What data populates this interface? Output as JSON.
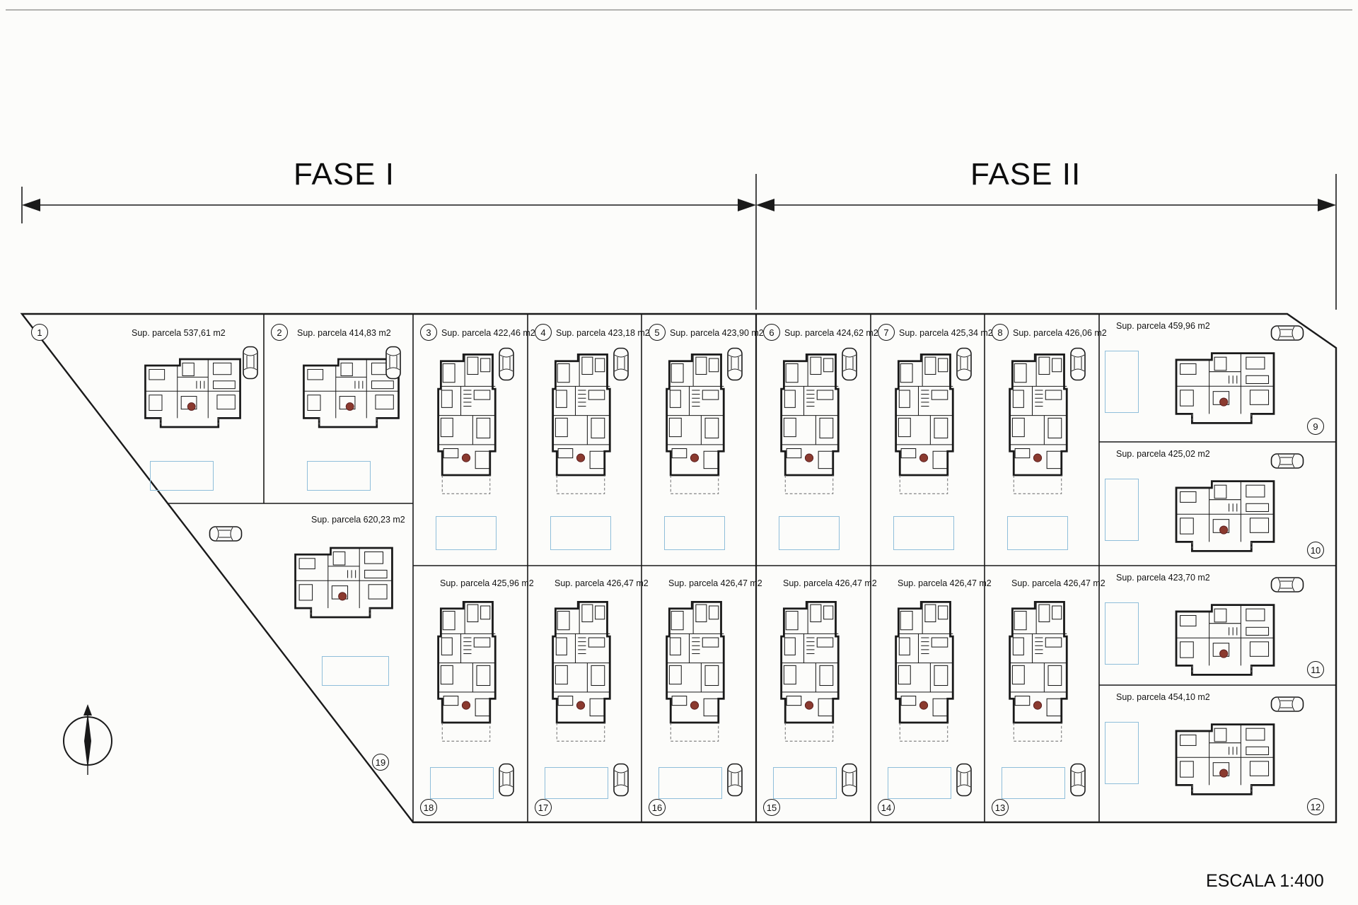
{
  "phases": {
    "fase1": "FASE I",
    "fase2": "FASE II"
  },
  "scale_label": "ESCALA  1:400",
  "plots": [
    {
      "number": "1",
      "area_label": "Sup. parcela 537,61 m2"
    },
    {
      "number": "2",
      "area_label": "Sup. parcela 414,83 m2"
    },
    {
      "number": "3",
      "area_label": "Sup. parcela 422,46 m2"
    },
    {
      "number": "4",
      "area_label": "Sup. parcela 423,18 m2"
    },
    {
      "number": "5",
      "area_label": "Sup. parcela 423,90 m2"
    },
    {
      "number": "6",
      "area_label": "Sup. parcela 424,62 m2"
    },
    {
      "number": "7",
      "area_label": "Sup. parcela 425,34 m2"
    },
    {
      "number": "8",
      "area_label": "Sup. parcela 426,06 m2"
    },
    {
      "number": "9",
      "area_label": "Sup. parcela 459,96 m2"
    },
    {
      "number": "10",
      "area_label": "Sup. parcela 425,02 m2"
    },
    {
      "number": "11",
      "area_label": "Sup. parcela 423,70 m2"
    },
    {
      "number": "12",
      "area_label": "Sup. parcela 454,10 m2"
    },
    {
      "number": "13",
      "area_label": "Sup. parcela 426,47 m2"
    },
    {
      "number": "14",
      "area_label": "Sup. parcela 426,47 m2"
    },
    {
      "number": "15",
      "area_label": "Sup. parcela 426,47 m2"
    },
    {
      "number": "16",
      "area_label": "Sup. parcela 426,47 m2"
    },
    {
      "number": "17",
      "area_label": "Sup. parcela 426,47 m2"
    },
    {
      "number": "18",
      "area_label": "Sup. parcela 425,96 m2"
    },
    {
      "number": "19",
      "area_label": "Sup. parcela 620,23 m2"
    }
  ],
  "colors": {
    "line": "#1a1a1a",
    "pool_blue": "#8fbeda",
    "plan_red": "#8b3a2f"
  }
}
